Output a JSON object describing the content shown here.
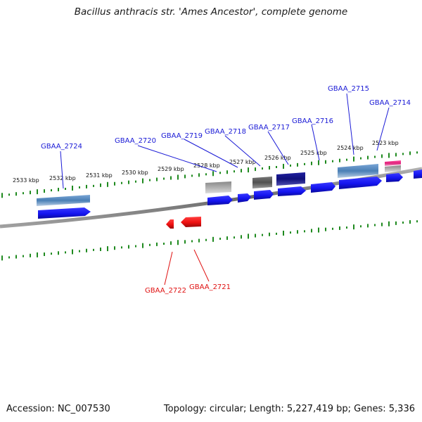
{
  "title": "Bacillus anthracis str. 'Ames Ancestor', complete genome",
  "footer": {
    "accession": "Accession: NC_007530",
    "summary": "Topology: circular; Length: 5,227,419 bp; Genes: 5,336"
  },
  "colors": {
    "forward_label": "#1a1ad6",
    "reverse_label": "#e01010",
    "tick": "#1f8a1f",
    "backbone": "#7d7d7d",
    "cds_blue": "#1414f0",
    "cds_red": "#ee1010",
    "gene_steel": "#4a7fb5",
    "gene_gray": "#a8a8a8",
    "gene_dark": "#555555",
    "gene_navy": "#10107a",
    "gene_pink": "#e0207a"
  },
  "scale": {
    "ticks": [
      "2533 kbp",
      "2532 kbp",
      "2531 kbp",
      "2530 kbp",
      "2529 kbp",
      "2528 kbp",
      "2527 kbp",
      "2526 kbp",
      "2525 kbp",
      "2524 kbp",
      "2523 kbp"
    ]
  },
  "forward_labels": [
    "GBAA_2724",
    "GBAA_2720",
    "GBAA_2719",
    "GBAA_2718",
    "GBAA_2717",
    "GBAA_2716",
    "GBAA_2715",
    "GBAA_2714"
  ],
  "reverse_labels": [
    "GBAA_2722",
    "GBAA_2721"
  ]
}
